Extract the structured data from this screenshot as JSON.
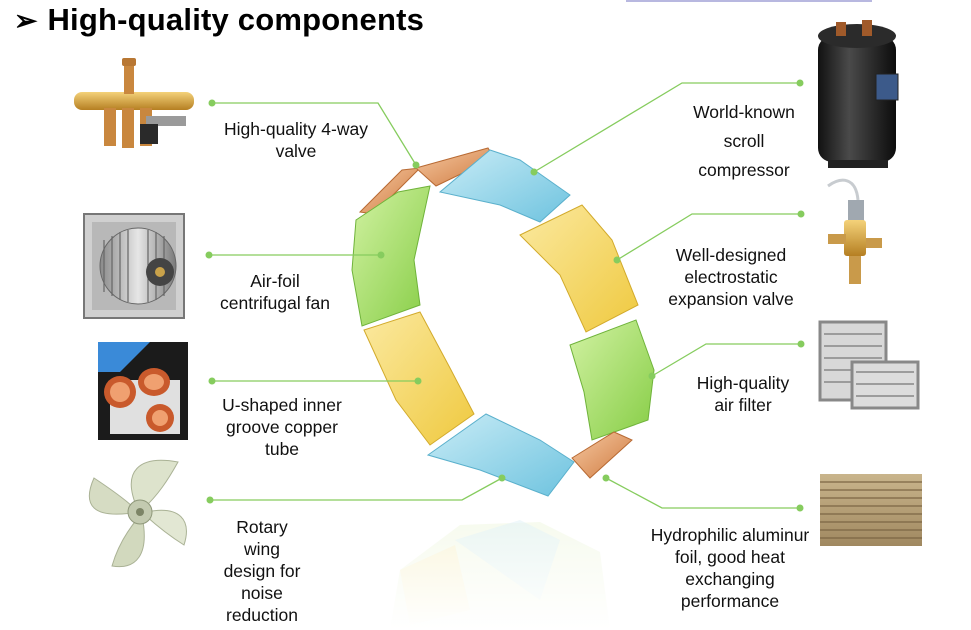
{
  "title": "High-quality components",
  "title_bullet": "➢",
  "colors": {
    "connector": "#86cc5e",
    "blue": "#8fd1e6",
    "yellow": "#f5d863",
    "green": "#a6df6a",
    "copper": "#e3a06c"
  },
  "components": [
    {
      "id": "valve",
      "label": "High-quality 4-way\nvalve",
      "icon": "four-way-valve-icon"
    },
    {
      "id": "fan",
      "label": "Air-foil\ncentrifugal fan",
      "icon": "centrifugal-fan-icon"
    },
    {
      "id": "tube",
      "label": "U-shaped inner\ngroove copper\ntube",
      "icon": "copper-tube-icon"
    },
    {
      "id": "wing",
      "label": "Rotary\nwing\ndesign for\nnoise\nreduction",
      "icon": "rotary-wing-icon"
    },
    {
      "id": "compressor",
      "label": "World-known\nscroll\ncompressor",
      "icon": "scroll-compressor-icon"
    },
    {
      "id": "expansion",
      "label": "Well-designed\nelectrostatic\nexpansion valve",
      "icon": "expansion-valve-icon"
    },
    {
      "id": "filter",
      "label": "High-quality\nair filter",
      "icon": "air-filter-icon"
    },
    {
      "id": "foil",
      "label": "Hydrophilic aluminur\nfoil, good heat\nexchanging\nperformance",
      "icon": "aluminum-foil-icon"
    }
  ]
}
